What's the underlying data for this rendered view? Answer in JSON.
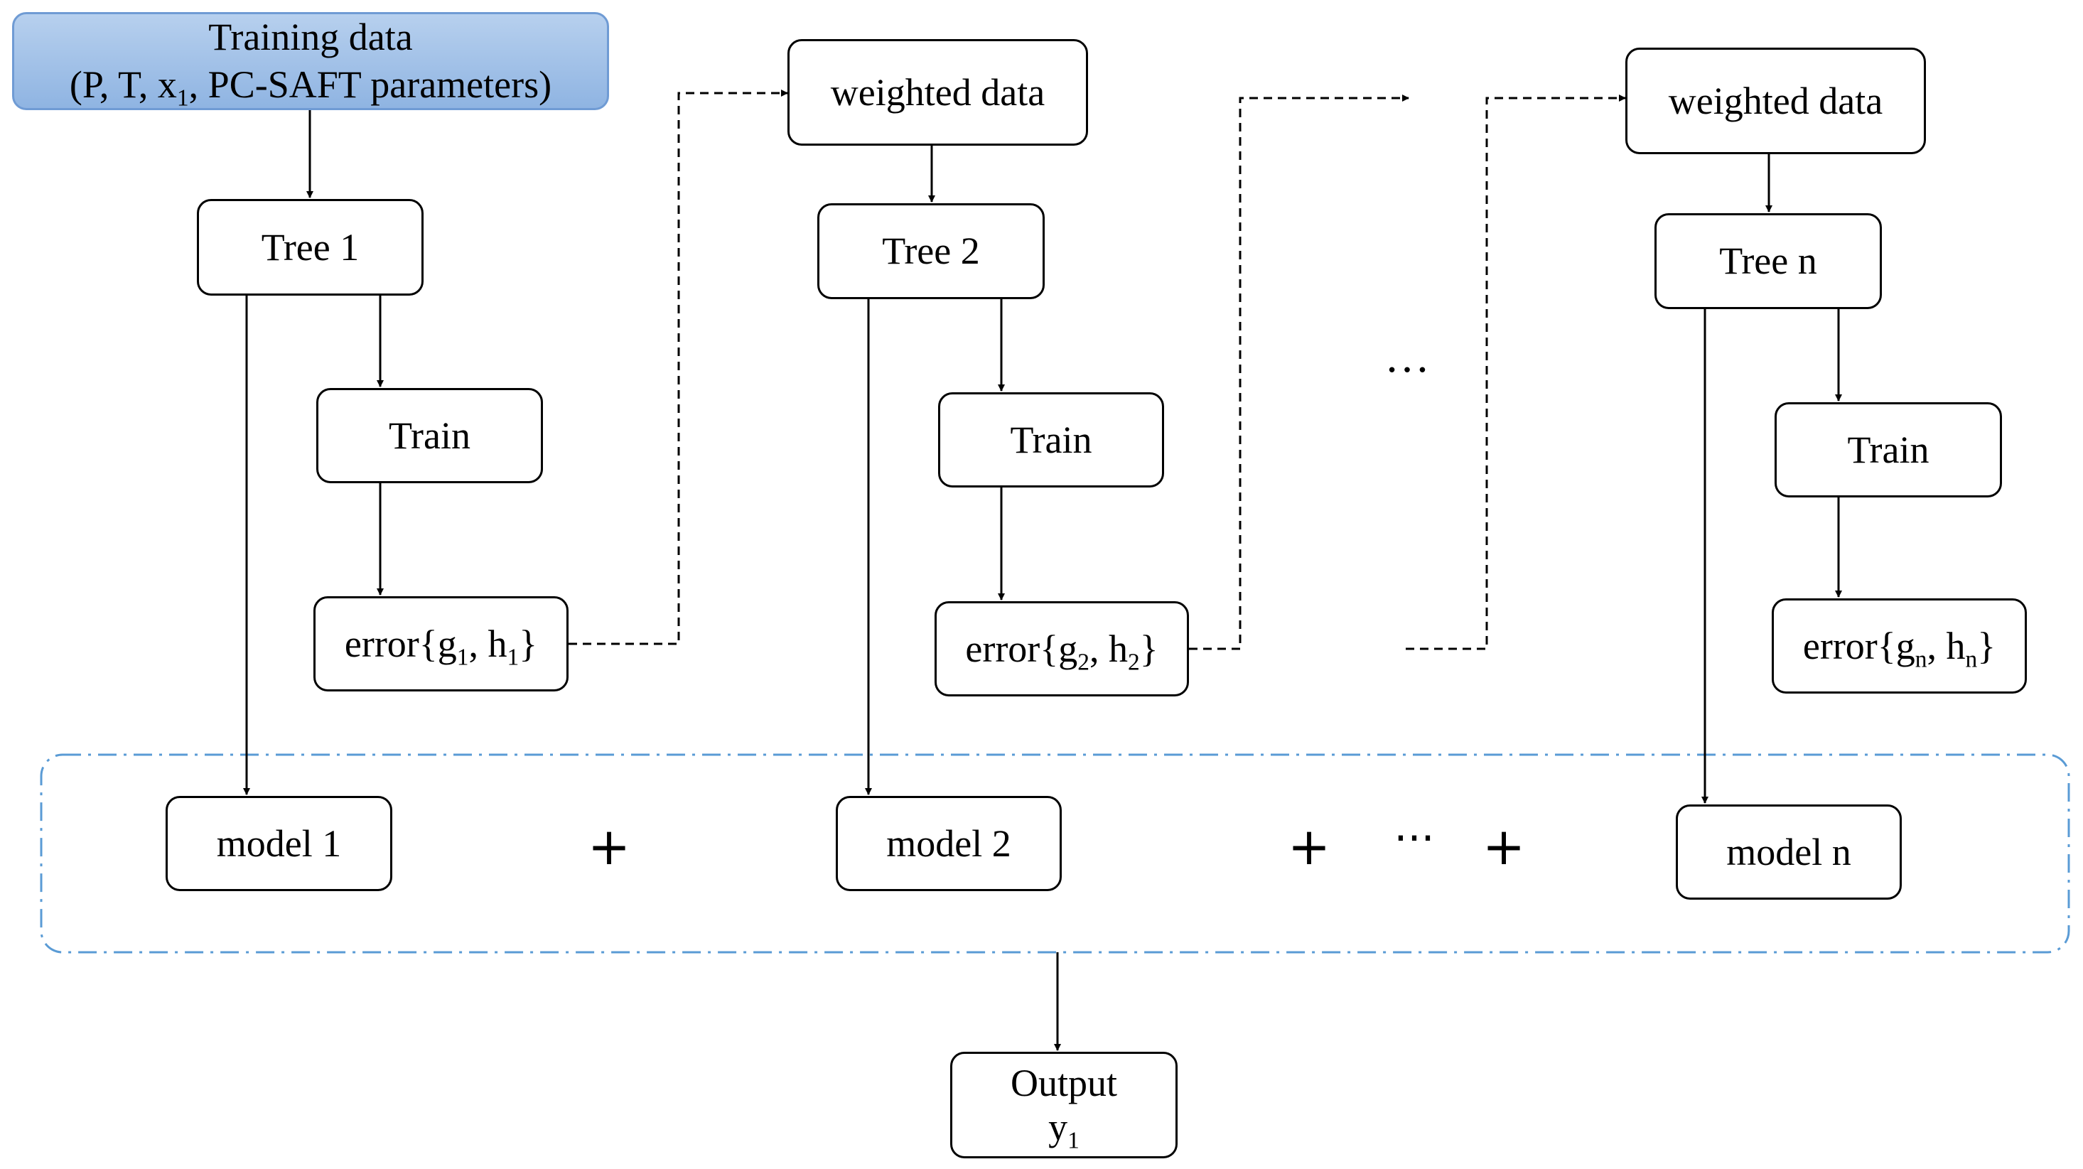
{
  "training": {
    "line1": "Training data",
    "line2_pre": "(P, T, x",
    "line2_sub": "1",
    "line2_post": ", PC-SAFT parameters)"
  },
  "trees": [
    {
      "weighted": "",
      "tree": "Tree 1",
      "train": "Train",
      "err_pre": "error{g",
      "g_sub": "1",
      "err_mid": ", h",
      "h_sub": "1",
      "err_post": "}",
      "model": "model 1"
    },
    {
      "weighted": "weighted data",
      "tree": "Tree 2",
      "train": "Train",
      "err_pre": "error{g",
      "g_sub": "2",
      "err_mid": ", h",
      "h_sub": "2",
      "err_post": "}",
      "model": "model 2"
    },
    {
      "weighted": "weighted data",
      "tree": "Tree n",
      "train": "Train",
      "err_pre": "error{g",
      "g_sub": "n",
      "err_mid": ", h",
      "h_sub": "n",
      "err_post": "}",
      "model": "model n"
    }
  ],
  "ellipsis_mid": "…",
  "sum": {
    "plus": "+",
    "ellipsis": "···"
  },
  "output": {
    "line1": "Output",
    "y_pre": "y",
    "y_sub": "1"
  }
}
